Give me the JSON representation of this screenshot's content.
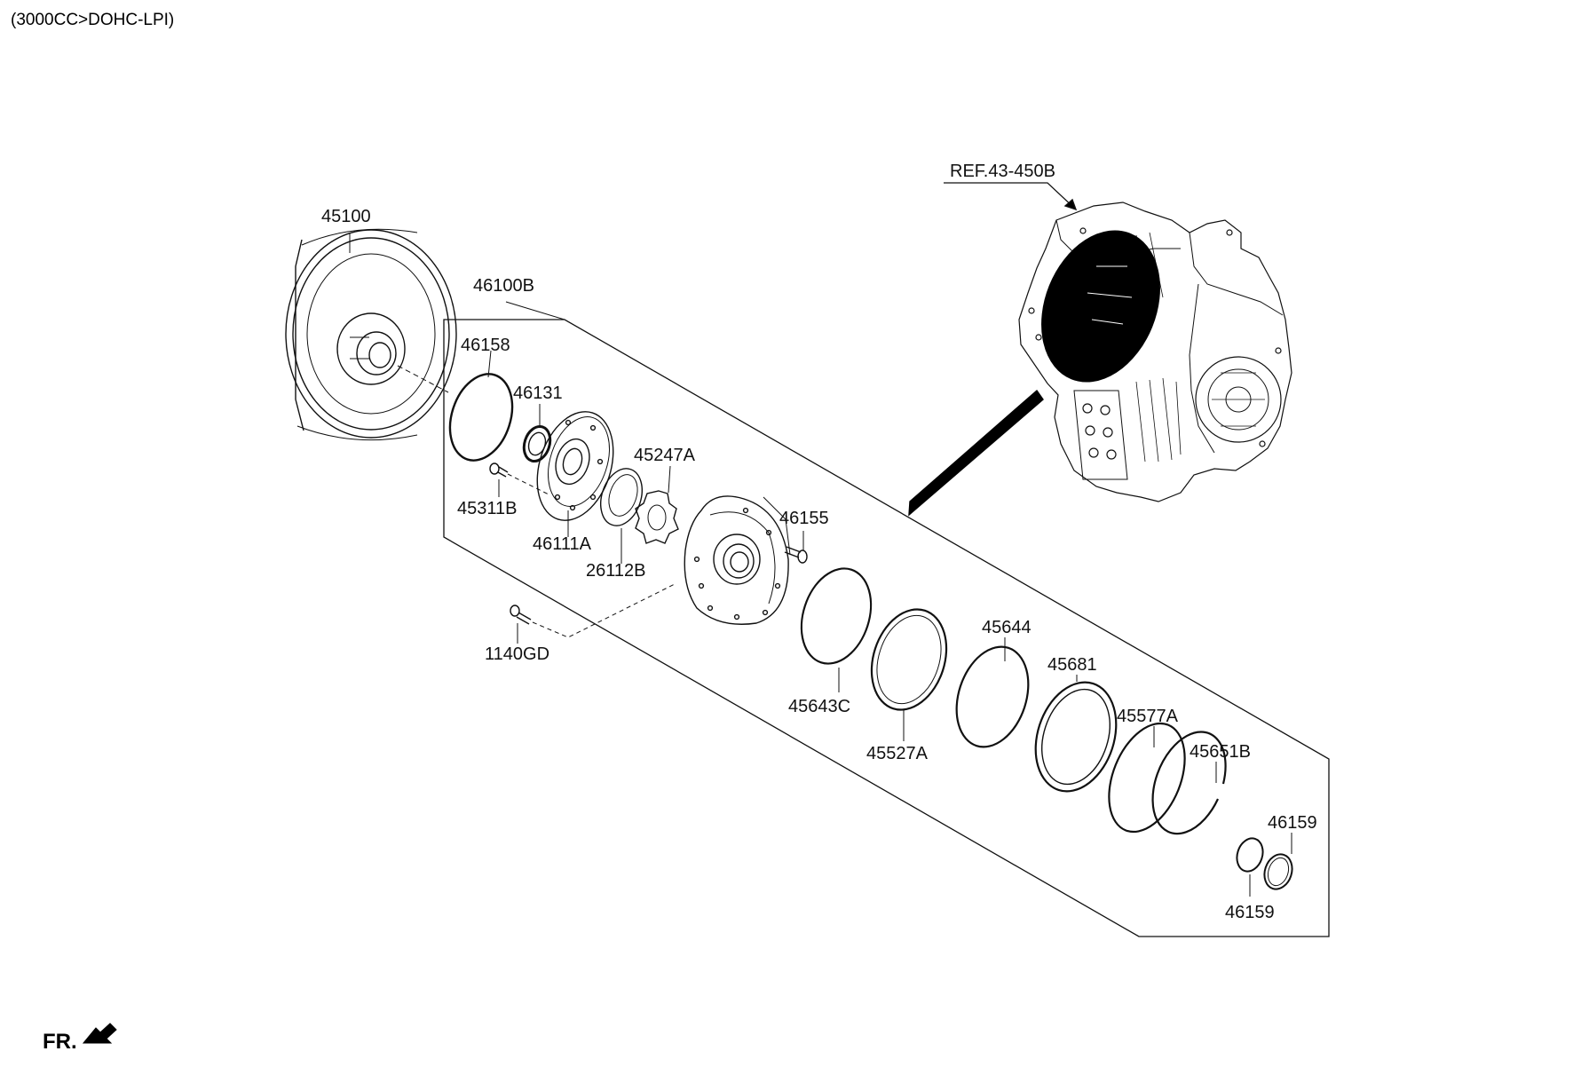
{
  "header": {
    "engine_spec": "(3000CC>DOHC-LPI)"
  },
  "reference": {
    "label": "REF.43-450B"
  },
  "footer": {
    "direction_label": "FR."
  },
  "parts": [
    {
      "id": "45100",
      "label": "45100"
    },
    {
      "id": "46100B",
      "label": "46100B"
    },
    {
      "id": "46158",
      "label": "46158"
    },
    {
      "id": "46131",
      "label": "46131"
    },
    {
      "id": "45247A",
      "label": "45247A"
    },
    {
      "id": "45311B",
      "label": "45311B"
    },
    {
      "id": "46111A",
      "label": "46111A"
    },
    {
      "id": "26112B",
      "label": "26112B"
    },
    {
      "id": "46155",
      "label": "46155"
    },
    {
      "id": "1140GD",
      "label": "1140GD"
    },
    {
      "id": "45644",
      "label": "45644"
    },
    {
      "id": "45681",
      "label": "45681"
    },
    {
      "id": "45643C",
      "label": "45643C"
    },
    {
      "id": "45527A",
      "label": "45527A"
    },
    {
      "id": "45577A",
      "label": "45577A"
    },
    {
      "id": "45651B",
      "label": "45651B"
    },
    {
      "id": "46159_top",
      "label": "46159"
    },
    {
      "id": "46159_bottom",
      "label": "46159"
    }
  ]
}
